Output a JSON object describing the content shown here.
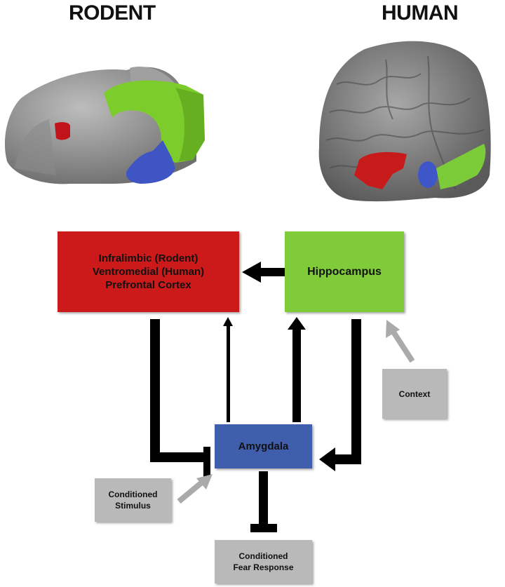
{
  "titles": {
    "rodent": "RODENT",
    "human": "HUMAN"
  },
  "nodes": {
    "pfc": {
      "lines": [
        "Infralimbic (Rodent)",
        "Ventromedial (Human)",
        "Prefrontal Cortex"
      ],
      "color": "#cc1a1a"
    },
    "hippocampus": {
      "label": "Hippocampus",
      "color": "#7fcb3a"
    },
    "amygdala": {
      "label": "Amygdala",
      "color": "#3f5fad"
    },
    "context": {
      "label": "Context",
      "color": "#b9b9b9"
    },
    "conditioned_stimulus": {
      "lines": [
        "Conditioned",
        "Stimulus"
      ],
      "color": "#b9b9b9"
    },
    "fear_response": {
      "lines": [
        "Conditioned",
        "Fear Response"
      ],
      "color": "#b9b9b9"
    }
  }
}
